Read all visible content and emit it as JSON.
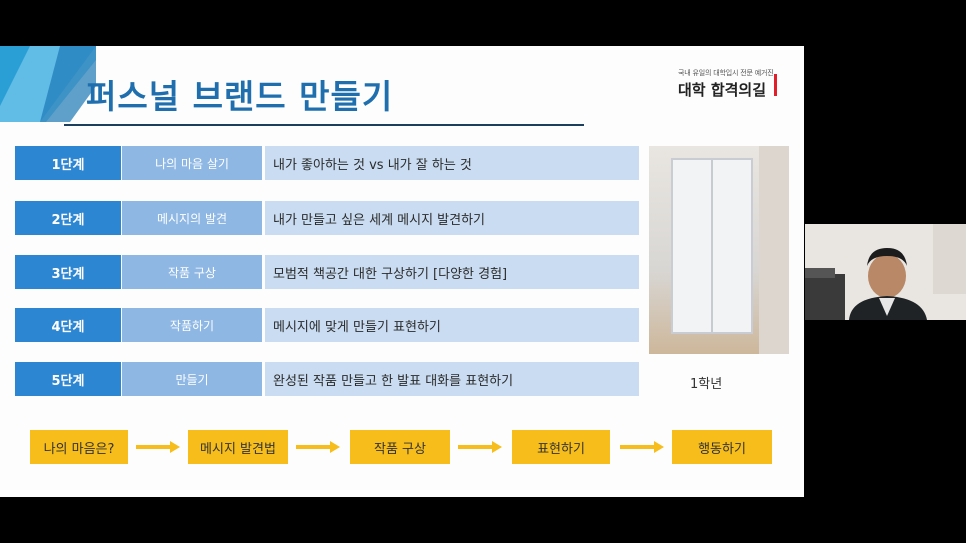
{
  "slide": {
    "title": "퍼스널 브랜드 만들기",
    "brand_tagline": "국내 유일의 대학입시 전문 예거진",
    "brand_name": "대학 합격의길",
    "colors": {
      "step": "#2d86d2",
      "sub": "#8eb7e4",
      "desc": "#c9dcf1",
      "flow": "#f7bd1a",
      "title": "#1f6fae"
    },
    "steps": [
      {
        "step": "1단계",
        "topic": "나의 마음 살기",
        "desc": "내가 좋아하는 것 vs 내가 잘 하는 것"
      },
      {
        "step": "2단계",
        "topic": "메시지의 발견",
        "desc": "내가 만들고 싶은 세계 메시지 발견하기"
      },
      {
        "step": "3단계",
        "topic": "작품 구상",
        "desc": "모범적 책공간 대한 구상하기 [다양한 경험]"
      },
      {
        "step": "4단계",
        "topic": "작품하기",
        "desc": "메시지에 맞게 만들기 표현하기"
      },
      {
        "step": "5단계",
        "topic": "만들기",
        "desc": "완성된 작품 만들고 한 발표 대화를 표현하기"
      }
    ],
    "photo_caption": "1학년",
    "flow": [
      "나의 마음은?",
      "메시지 발견법",
      "작품 구상",
      "표현하기",
      "행동하기"
    ]
  },
  "webcam": {
    "icon": "person-video-feed"
  }
}
